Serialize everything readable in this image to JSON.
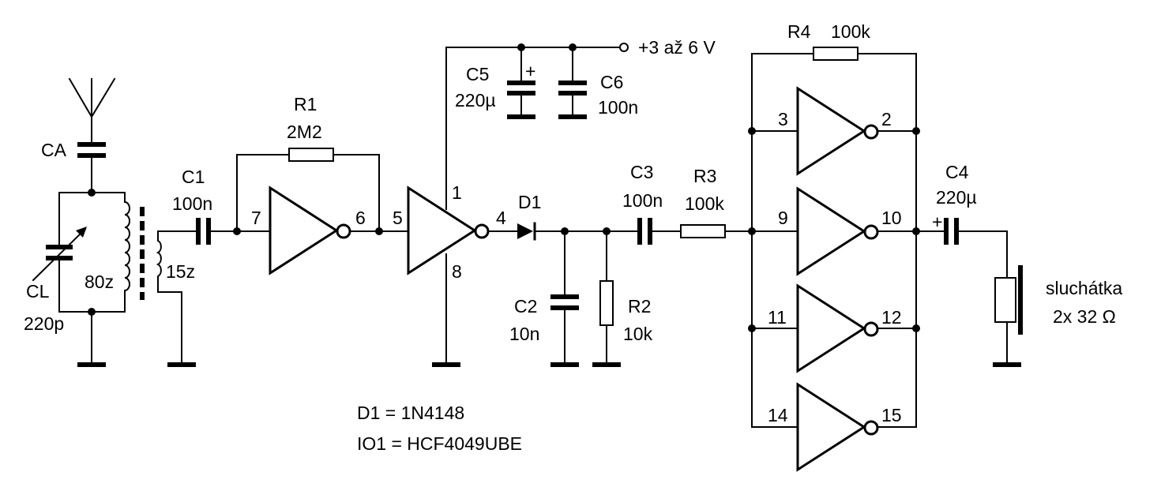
{
  "labels": {
    "supply": "+3 až 6 V",
    "ca": "CA",
    "cl": "CL",
    "cl_value": "220p",
    "coil_primary": "80z",
    "coil_secondary": "15z",
    "c1": "C1",
    "c1_value": "100n",
    "r1": "R1",
    "r1_value": "2M2",
    "c5": "C5",
    "c5_value": "220µ",
    "c5_plus": "+",
    "c6": "C6",
    "c6_value": "100n",
    "d1": "D1",
    "c2": "C2",
    "c2_value": "10n",
    "r2": "R2",
    "r2_value": "10k",
    "c3": "C3",
    "c3_value": "100n",
    "r3": "R3",
    "r3_value": "100k",
    "r4": "R4",
    "r4_value": "100k",
    "c4": "C4",
    "c4_value": "220µ",
    "c4_plus": "+",
    "speaker_line1": "sluchátka",
    "speaker_line2": "2x 32 Ω",
    "note_d1": "D1 = 1N4148",
    "note_io1": "IO1 = HCF4049UBE"
  },
  "pins": {
    "g1_in": "7",
    "g1_out": "6",
    "g2_in": "5",
    "g2_out": "4",
    "g2_vdd": "1",
    "g2_vss": "8",
    "g3_in": "3",
    "g3_out": "2",
    "g4_in": "9",
    "g4_out": "10",
    "g5_in": "11",
    "g5_out": "12",
    "g6_in": "14",
    "g6_out": "15"
  }
}
